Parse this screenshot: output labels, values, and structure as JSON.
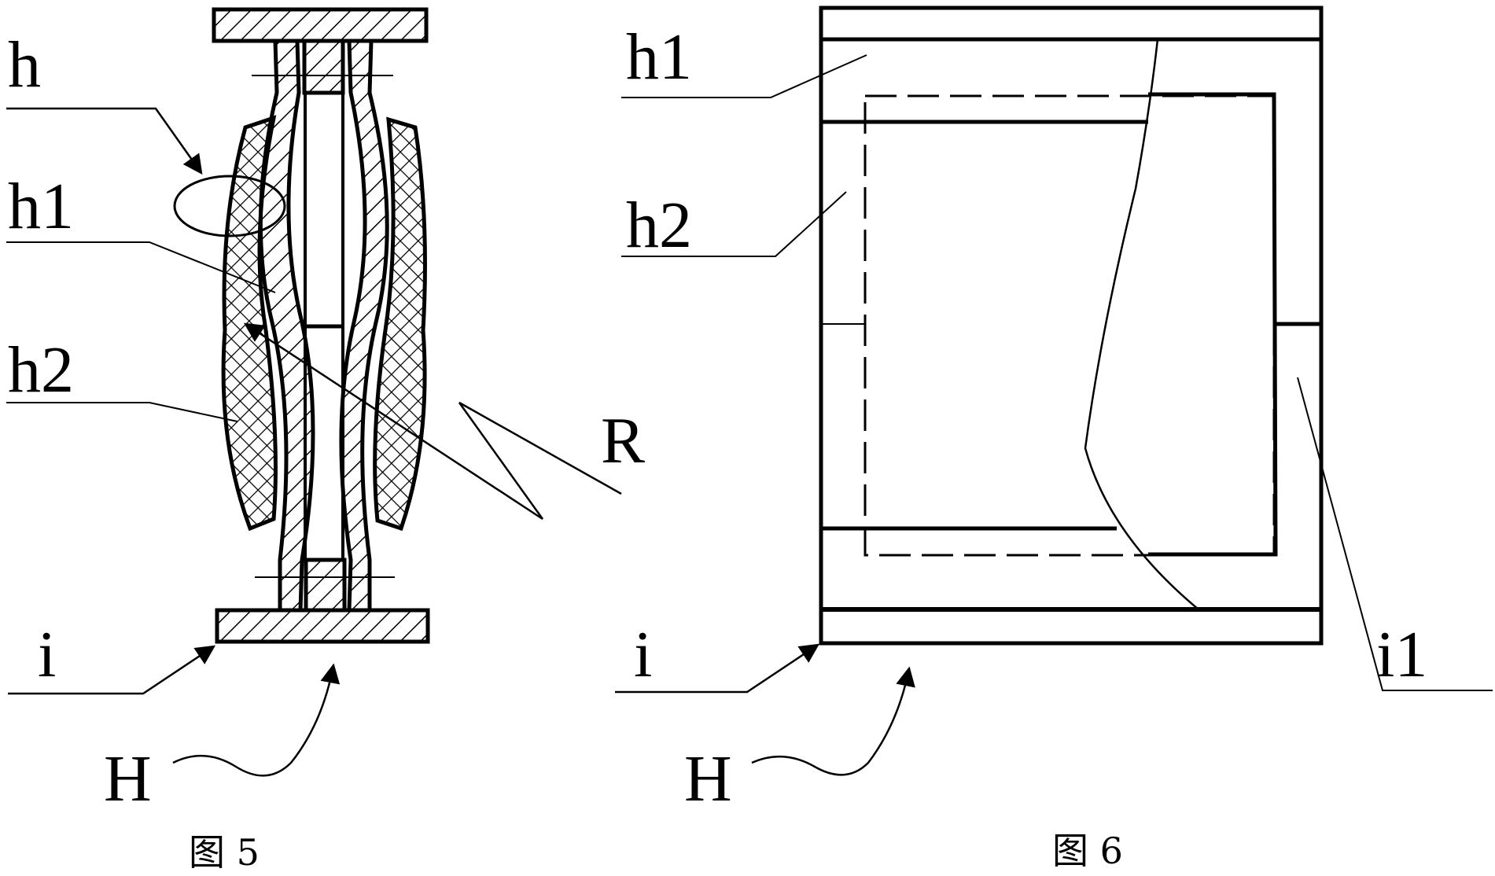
{
  "figure5": {
    "labels": {
      "h": "h",
      "h1": "h1",
      "h2": "h2",
      "R": "R",
      "i": "i",
      "H": "H"
    },
    "caption": "图 5"
  },
  "figure6": {
    "labels": {
      "h1": "h1",
      "h2": "h2",
      "i": "i",
      "H": "H",
      "i1": "i1"
    },
    "caption": "图 6"
  }
}
